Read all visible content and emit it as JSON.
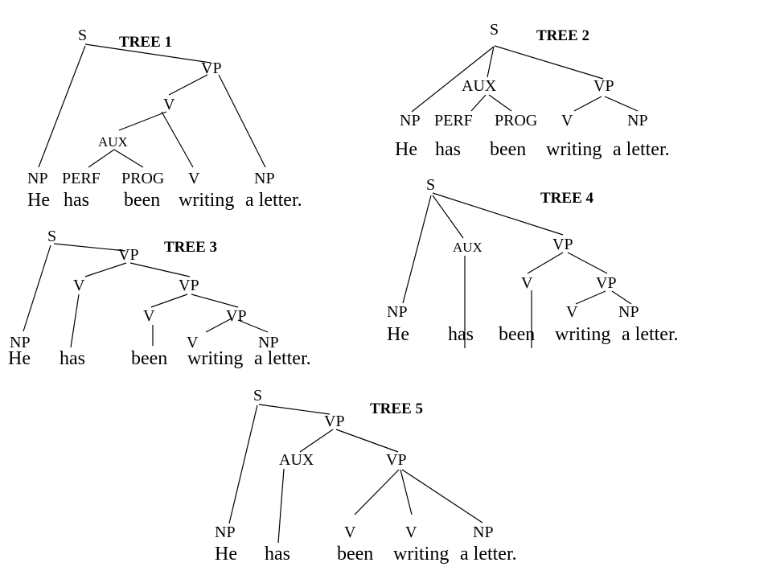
{
  "trees": [
    {
      "title": "TREE 1",
      "nodes": {
        "S": "S",
        "VP": "VP",
        "V_top": "V",
        "AUX": "AUX",
        "NP1": "NP",
        "PERF": "PERF",
        "PROG": "PROG",
        "V": "V",
        "NP2": "NP"
      },
      "words": [
        "He",
        "has",
        "been",
        "writing",
        "a letter."
      ]
    },
    {
      "title": "TREE 2",
      "nodes": {
        "S": "S",
        "AUX": "AUX",
        "VP": "VP",
        "NP1": "NP",
        "PERF": "PERF",
        "PROG": "PROG",
        "V": "V",
        "NP2": "NP"
      },
      "words": [
        "He",
        "has",
        "been",
        "writing",
        "a letter."
      ]
    },
    {
      "title": "TREE 3",
      "nodes": {
        "S": "S",
        "VP1": "VP",
        "V1": "V",
        "VP2": "VP",
        "V2": "V",
        "VP3": "VP",
        "NP1": "NP",
        "V3": "V",
        "NP2": "NP"
      },
      "words": [
        "He",
        "has",
        "been",
        "writing",
        "a letter."
      ]
    },
    {
      "title": "TREE 4",
      "nodes": {
        "S": "S",
        "AUX": "AUX",
        "VP1": "VP",
        "V1": "V",
        "VP2": "VP",
        "NP1": "NP",
        "V2": "V",
        "NP2": "NP"
      },
      "words": [
        "He",
        "has",
        "been",
        "writing",
        "a letter."
      ]
    },
    {
      "title": "TREE 5",
      "nodes": {
        "S": "S",
        "VP1": "VP",
        "AUX": "AUX",
        "VP2": "VP",
        "NP1": "NP",
        "V1": "V",
        "V2": "V",
        "NP2": "NP"
      },
      "words": [
        "He",
        "has",
        "been",
        "writing",
        "a letter."
      ]
    }
  ]
}
